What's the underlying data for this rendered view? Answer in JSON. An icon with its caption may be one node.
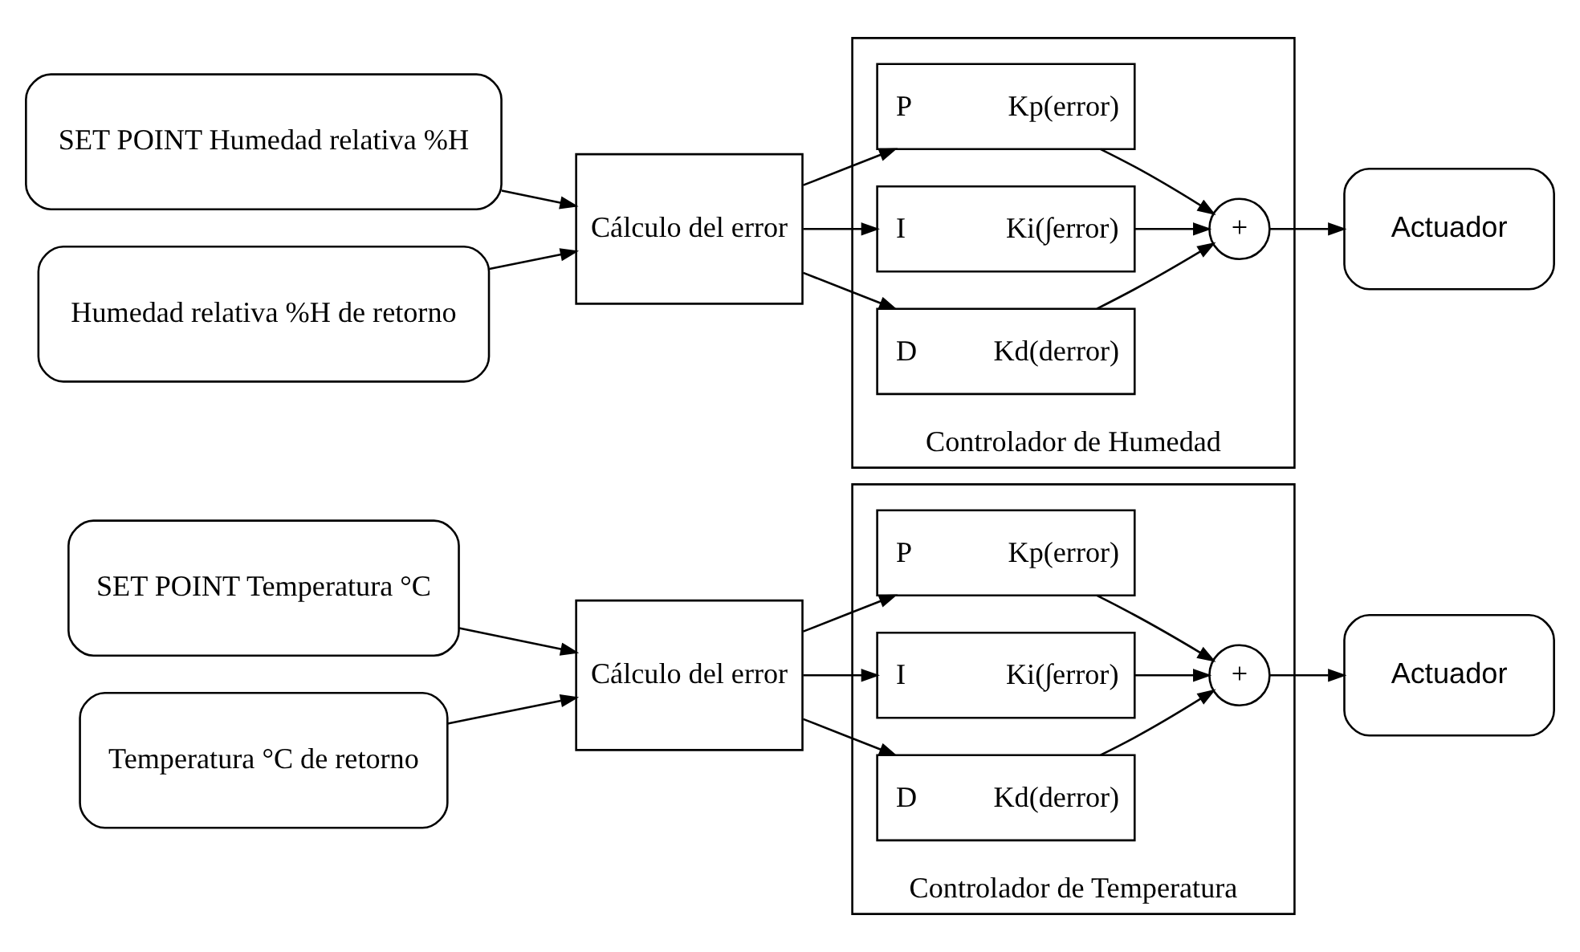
{
  "diagram": {
    "nodes": [
      {
        "text": [
          "SET POINT Temperatura °C"
        ]
      },
      {
        "text": [
          "Temperatura °C de retorno"
        ]
      },
      {
        "text": [
          "Cálculo del error"
        ]
      },
      {
        "text": [
          "Controlador de Temperatura"
        ]
      },
      {
        "text": [
          "P",
          "Kp(error)"
        ],
        "in": 3
      },
      {
        "text": [
          "I",
          "Ki(∫error)"
        ],
        "in": 3
      },
      {
        "text": [
          "D",
          "Kd(derror)"
        ],
        "in": 3
      },
      {
        "text": [
          "+"
        ],
        "in": 3
      },
      {
        "text": [
          "Actuador"
        ]
      },
      {
        "text": [
          "SET POINT Humedad relativa %H"
        ]
      },
      {
        "text": [
          "Humedad relativa %H de retorno"
        ]
      },
      {
        "text": [
          "Cálculo del error"
        ]
      },
      {
        "text": [
          "Controlador de Humedad"
        ]
      },
      {
        "text": [
          "P",
          "Kp(error)"
        ],
        "in": 12
      },
      {
        "text": [
          "I",
          "Ki(∫error)"
        ],
        "in": 12
      },
      {
        "text": [
          "D",
          "Kd(derror)"
        ],
        "in": 12
      },
      {
        "text": [
          "+"
        ],
        "in": 12
      },
      {
        "text": [
          "Actuador"
        ]
      }
    ],
    "edges": [
      {
        "from": 0,
        "to": 2,
        "arrow": "to"
      },
      {
        "from": 1,
        "to": 2,
        "arrow": "to"
      },
      {
        "from": 2,
        "to": 4,
        "arrow": "to"
      },
      {
        "from": 2,
        "to": 5,
        "arrow": "to"
      },
      {
        "from": 2,
        "to": 6,
        "arrow": "to"
      },
      {
        "from": 4,
        "to": 7,
        "arrow": "to"
      },
      {
        "from": 5,
        "to": 7,
        "arrow": "to"
      },
      {
        "from": 6,
        "to": 7,
        "arrow": "to"
      },
      {
        "from": 7,
        "to": 8,
        "arrow": "to"
      },
      {
        "from": 9,
        "to": 11,
        "arrow": "to"
      },
      {
        "from": 10,
        "to": 11,
        "arrow": "to"
      },
      {
        "from": 11,
        "to": 13,
        "arrow": "to"
      },
      {
        "from": 11,
        "to": 14,
        "arrow": "to"
      },
      {
        "from": 11,
        "to": 15,
        "arrow": "to"
      },
      {
        "from": 13,
        "to": 16,
        "arrow": "to"
      },
      {
        "from": 14,
        "to": 16,
        "arrow": "to"
      },
      {
        "from": 15,
        "to": 16,
        "arrow": "to"
      },
      {
        "from": 16,
        "to": 17,
        "arrow": "to"
      }
    ]
  }
}
